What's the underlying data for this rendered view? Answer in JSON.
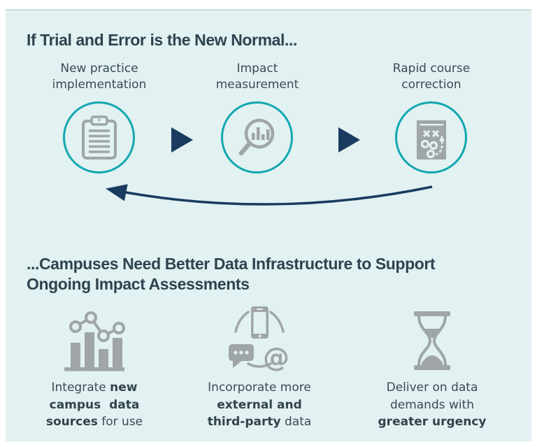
{
  "colors": {
    "panel_background": "#E2F1F1",
    "accent_teal": "#12A7B1",
    "arrow_navy": "#1A3B60",
    "icon_gray": "#9FA5A9",
    "text_dark": "#2D4450"
  },
  "top": {
    "title": "If Trial and Error is the New Normal...",
    "steps": [
      {
        "icon": "clipboard-icon",
        "label_lines": [
          "New practice",
          "implementation"
        ]
      },
      {
        "icon": "magnifier-chart-icon",
        "label_lines": [
          "Impact",
          "measurement"
        ]
      },
      {
        "icon": "strategy-board-icon",
        "label_lines": [
          "Rapid course",
          "correction"
        ]
      }
    ]
  },
  "bottom": {
    "title_lines": [
      "...Campuses Need Better Data Infrastructure to Support",
      "Ongoing Impact Assessments"
    ],
    "items": [
      {
        "icon": "bar-chart-trend-icon",
        "lines": [
          {
            "plain1": "Integrate ",
            "bold1": "new"
          },
          {
            "bold1": "campus  data"
          },
          {
            "bold1": "sources",
            "plain1": " for use"
          }
        ]
      },
      {
        "icon": "device-communication-icon",
        "lines": [
          {
            "plain1": "Incorporate more"
          },
          {
            "bold1": "external and"
          },
          {
            "bold1": "third-party",
            "plain1": " data"
          }
        ]
      },
      {
        "icon": "hourglass-icon",
        "lines": [
          {
            "plain1": "Deliver on data"
          },
          {
            "plain1": "demands with"
          },
          {
            "bold1": "greater urgency"
          }
        ]
      }
    ]
  }
}
